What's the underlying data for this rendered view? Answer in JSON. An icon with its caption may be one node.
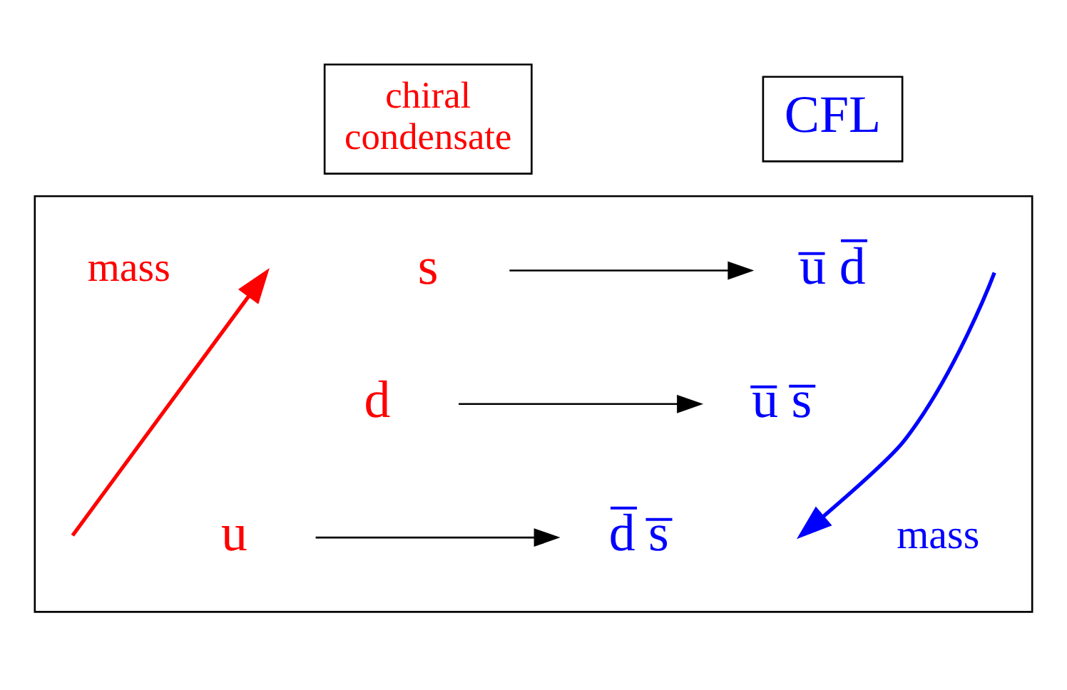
{
  "diagram": {
    "nodes": [
      {
        "text": [
          "chiral condensate"
        ]
      },
      {
        "text": [
          "CFL"
        ]
      },
      {
        "text": [],
        "shape": "box"
      },
      {
        "text": [
          "s"
        ],
        "in": 2
      },
      {
        "text": [
          "u̅ d̅"
        ],
        "in": 2
      },
      {
        "text": [
          "d"
        ],
        "in": 2
      },
      {
        "text": [
          "u̅ s̅"
        ],
        "in": 2
      },
      {
        "text": [
          "u"
        ],
        "in": 2
      },
      {
        "text": [
          "d̅ s̅"
        ],
        "in": 2
      }
    ],
    "edges": [
      {
        "from": 3,
        "to": 4,
        "arrow": "to"
      },
      {
        "from": 5,
        "to": 6,
        "arrow": "to"
      },
      {
        "from": 7,
        "to": 8,
        "arrow": "to"
      }
    ],
    "labels": [
      "mass",
      "mass"
    ]
  }
}
